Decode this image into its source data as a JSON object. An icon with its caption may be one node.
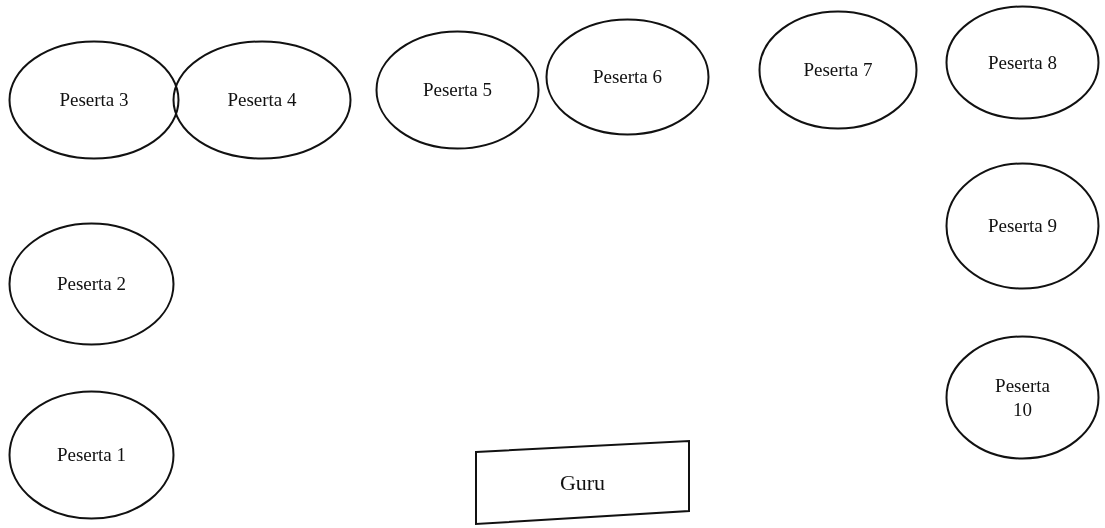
{
  "diagram": {
    "nodes": [
      {
        "text": [
          "Peserta 3"
        ]
      },
      {
        "text": [
          "Peserta 4"
        ]
      },
      {
        "text": [
          "Peserta 5"
        ]
      },
      {
        "text": [
          "Peserta 6"
        ]
      },
      {
        "text": [
          "Peserta 7"
        ]
      },
      {
        "text": [
          "Peserta 8"
        ]
      },
      {
        "text": [
          "Peserta 9"
        ]
      },
      {
        "text": [
          "Peserta 2"
        ]
      },
      {
        "text": [
          "Peserta 10"
        ]
      },
      {
        "text": [
          "Peserta 1"
        ]
      },
      {
        "text": [
          "Guru"
        ]
      }
    ]
  }
}
